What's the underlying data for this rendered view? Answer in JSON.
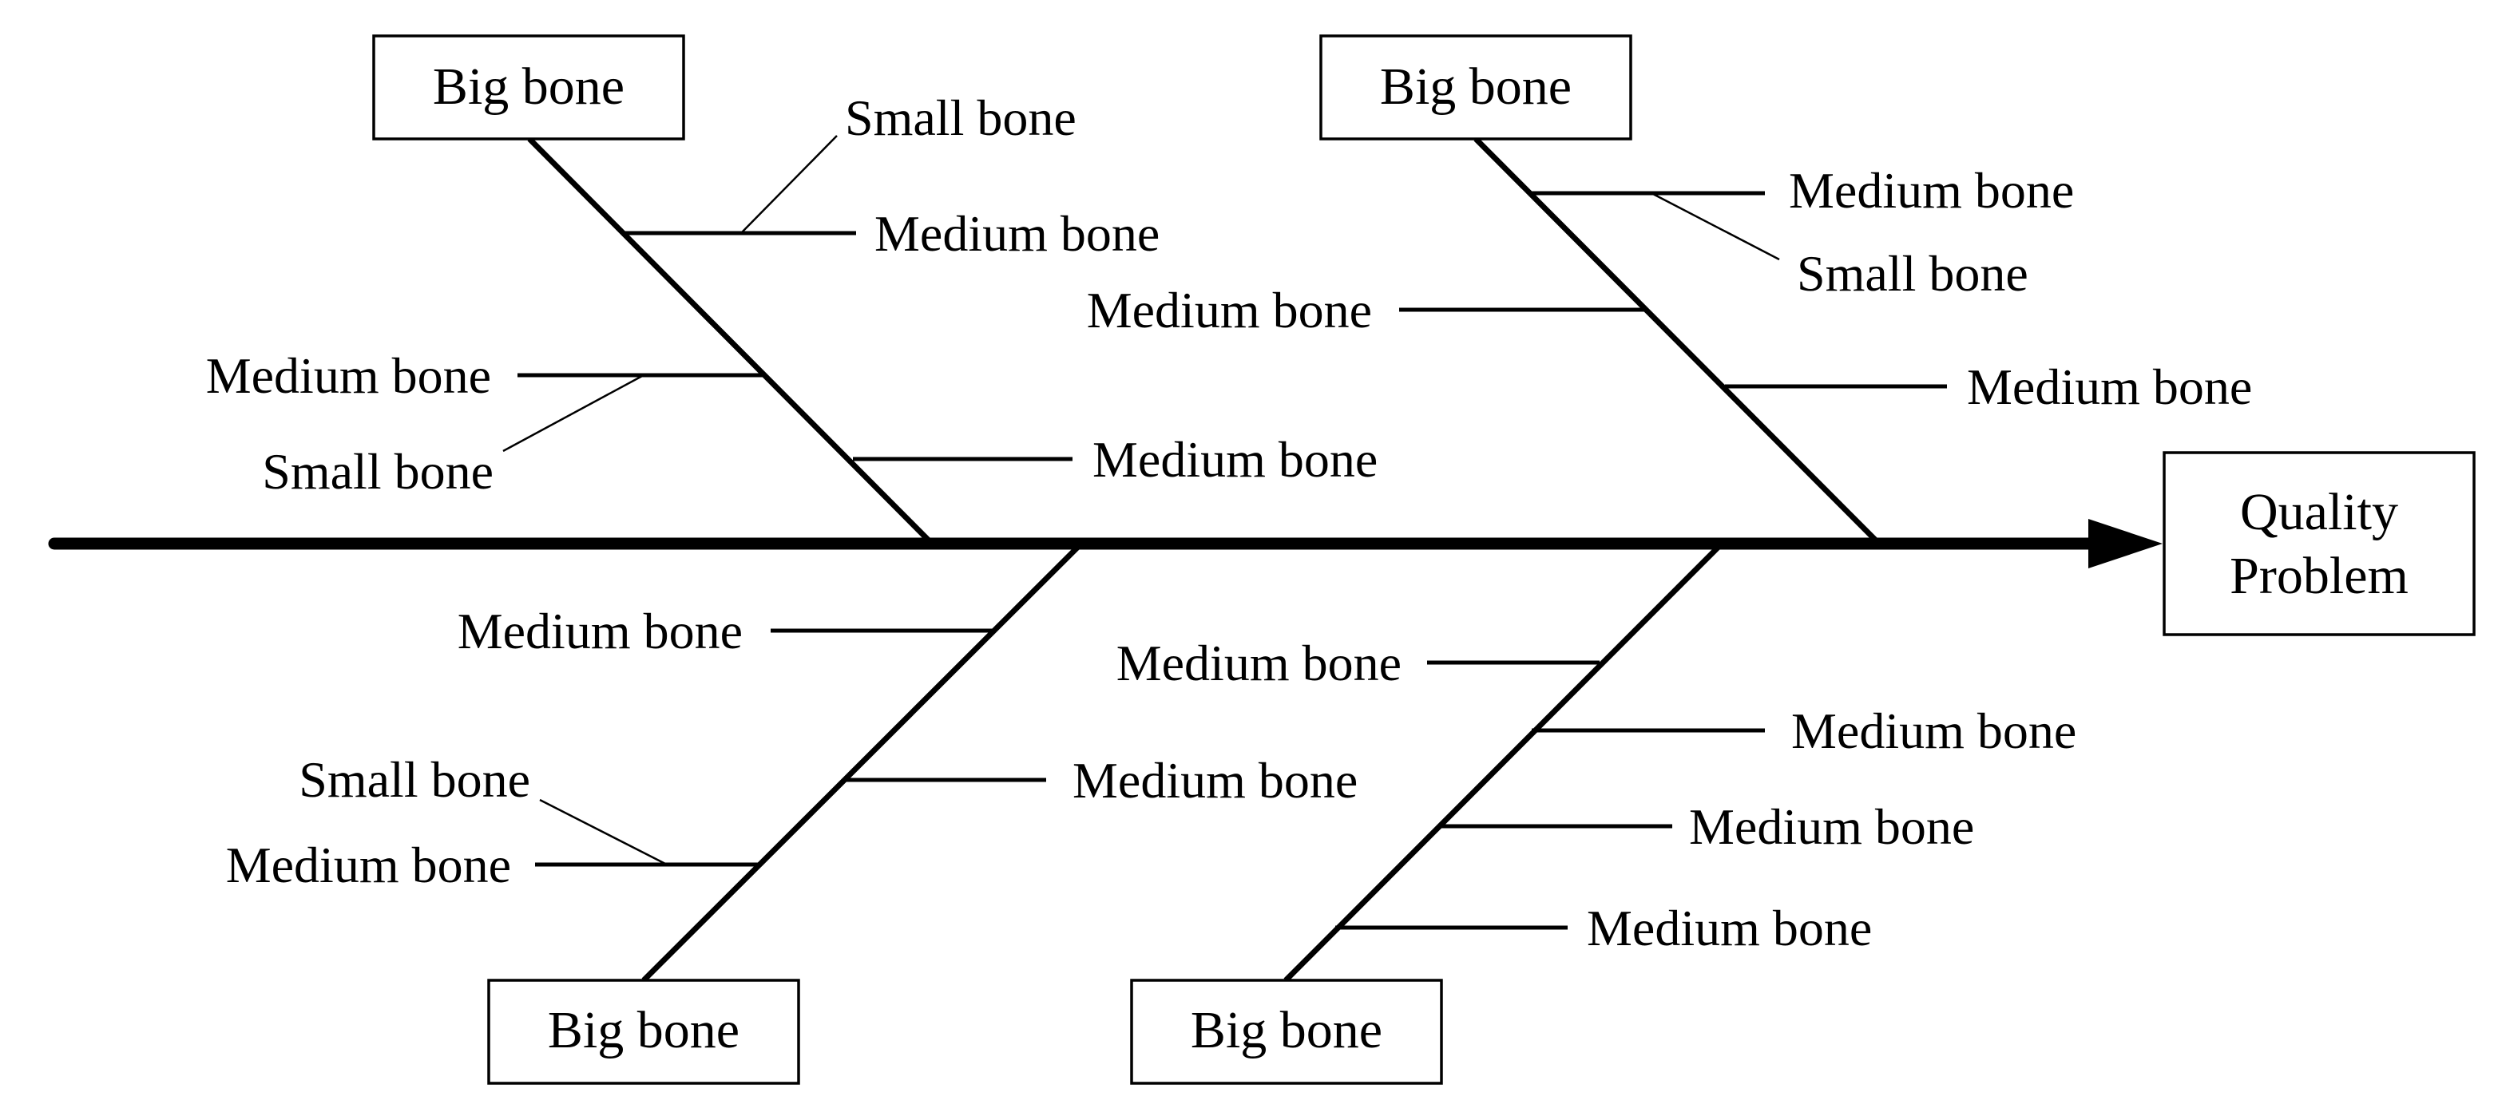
{
  "effect": {
    "line1": "Quality",
    "line2": "Problem"
  },
  "labels": {
    "big_bone": "Big bone",
    "medium_bone": "Medium bone",
    "small_bone": "Small bone"
  },
  "colors": {
    "stroke": "#000000",
    "background": "#ffffff"
  }
}
